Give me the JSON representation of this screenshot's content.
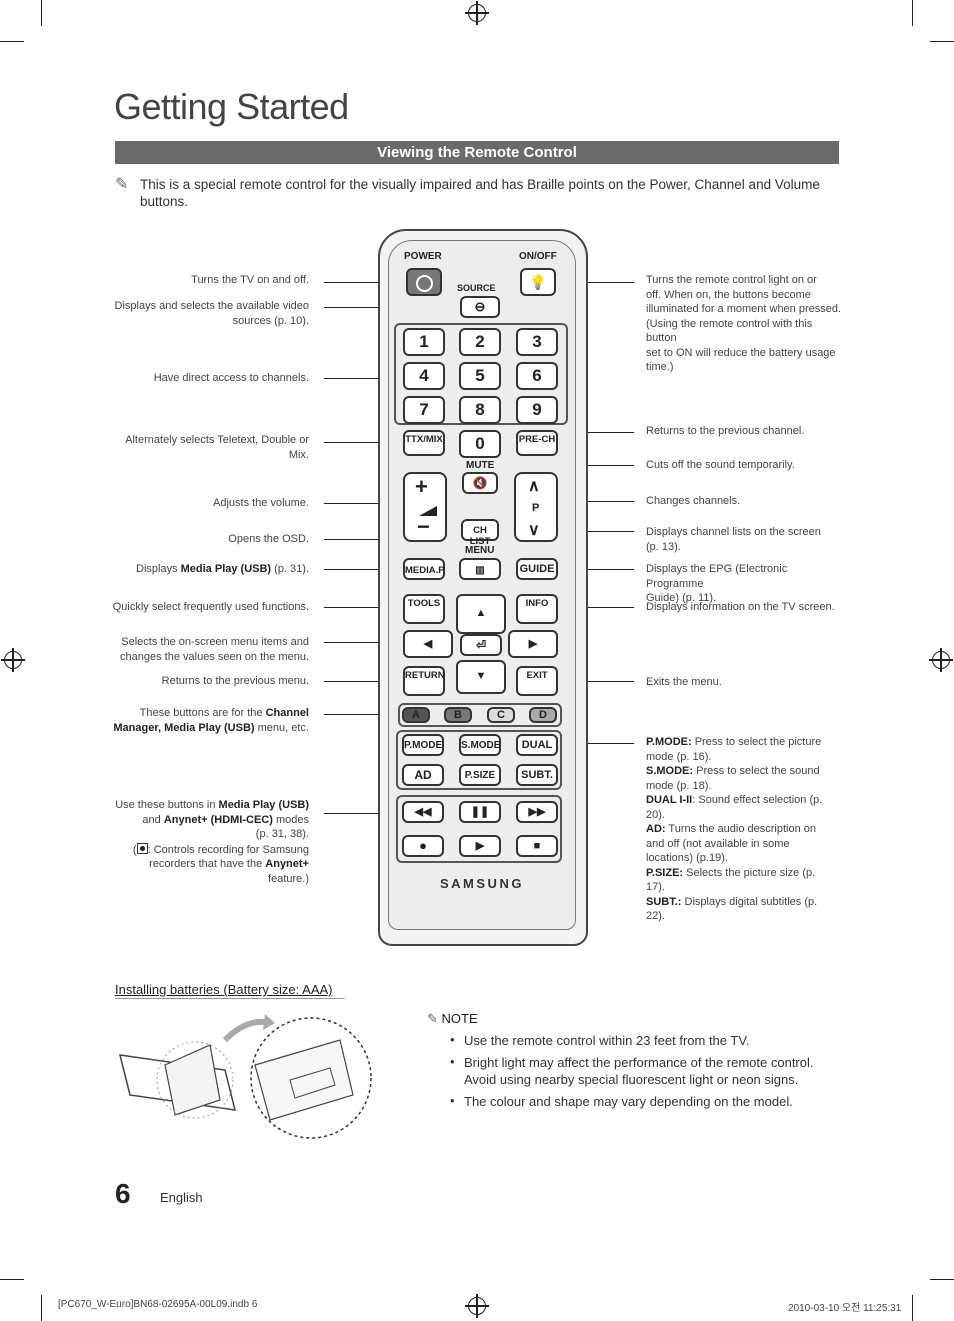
{
  "page": {
    "title": "Getting Started",
    "section_banner": "Viewing the Remote Control",
    "intro_line1": "This is a special remote control for the visually impaired and has Braille points on the Power, Channel and Volume",
    "intro_line2": "buttons.",
    "page_number": "6",
    "language": "English"
  },
  "left_labels": [
    {
      "id": "power",
      "html_lines": [
        "Turns the TV on and off."
      ]
    },
    {
      "id": "source",
      "html_lines": [
        "Displays and selects the available video",
        "sources (p. 10)."
      ]
    },
    {
      "id": "numbers",
      "html_lines": [
        "Have direct access to channels."
      ]
    },
    {
      "id": "ttx",
      "html_lines": [
        "Alternately selects Teletext, Double or",
        "Mix."
      ]
    },
    {
      "id": "volume",
      "html_lines": [
        "Adjusts the volume."
      ]
    },
    {
      "id": "menu",
      "html_lines": [
        "Opens the OSD."
      ]
    },
    {
      "id": "tools",
      "html_lines": [
        "Quickly select frequently used functions."
      ]
    },
    {
      "id": "nav",
      "html_lines": [
        "Selects the on-screen menu items and",
        "changes the values seen on the menu."
      ]
    },
    {
      "id": "return",
      "html_lines": [
        "Returns to the previous menu."
      ]
    }
  ],
  "left_rich": {
    "media_pre": "Displays ",
    "media_b": "Media Play (USB)",
    "media_post": " (p. 31).",
    "color_pre": "These buttons are for the ",
    "color_b1": "Channel",
    "color_b2": "Manager, Media Play (USB)",
    "color_post": " menu, etc.",
    "use_pre": "Use these buttons in ",
    "use_b1": "Media Play (USB)",
    "use_and": "and ",
    "use_b2": "Anynet+ (HDMI-CEC)",
    "use_modes": " modes",
    "use_pages": "(p. 31, 38).",
    "use_rec1": ": Controls recording for Samsung",
    "use_rec2": "recorders that have the ",
    "use_b3": "Anynet+",
    "use_feat": "feature.)"
  },
  "right_labels": {
    "onoff": [
      "Turns the remote control light on or",
      "off. When on, the buttons become",
      "illuminated for a moment when pressed.",
      "(Using the remote control with this button",
      "set to ON will reduce the battery usage",
      "time.)"
    ],
    "prech": "Returns to the previous channel.",
    "mute": "Cuts off the sound temporarily.",
    "channel": "Changes channels.",
    "chlist": [
      "Displays channel lists on the screen",
      "(p. 13)."
    ],
    "guide": [
      "Displays the EPG (Electronic Programme",
      "Guide) (p. 11)."
    ],
    "info": "Displays information on the TV screen.",
    "exit": "Exits the menu.",
    "modes": [
      {
        "b": "P.MODE:",
        "t": " Press to select the picture mode (p. 16)."
      },
      {
        "b": "S.MODE:",
        "t": " Press to select the sound mode (p. 18)."
      },
      {
        "b": "DUAL I-II",
        "t": ": Sound effect selection (p. 20)."
      },
      {
        "b": "AD:",
        "t": " Turns the audio description on and off (not available in some locations) (p.19)."
      },
      {
        "b": "P.SIZE:",
        "t": " Selects the picture size (p. 17)."
      },
      {
        "b": "SUBT.:",
        "t": " Displays digital subtitles (p. 22)."
      }
    ]
  },
  "remote": {
    "power": "POWER",
    "onoff": "ON/OFF",
    "source": "SOURCE",
    "digits": [
      "1",
      "2",
      "3",
      "4",
      "5",
      "6",
      "7",
      "8",
      "9",
      "0"
    ],
    "ttx": "TTX/MIX",
    "prech": "PRE-CH",
    "mute": "MUTE",
    "chlist": "CH LIST",
    "menu": "MENU",
    "p": "P",
    "mediap": "MEDIA.P",
    "guide": "GUIDE",
    "tools": "TOOLS",
    "info": "INFO",
    "return": "RETURN",
    "exit": "EXIT",
    "colors": [
      "A",
      "B",
      "C",
      "D"
    ],
    "pmode": "P.MODE",
    "smode": "S.MODE",
    "dual": "DUAL",
    "ad": "AD",
    "psize": "P.SIZE",
    "subt": "SUBT.",
    "brand": "SAMSUNG"
  },
  "batteries": {
    "heading": "Installing batteries (Battery size: AAA)",
    "note_heading": "NOTE",
    "notes": [
      "Use the remote control within 23 feet from the TV.",
      "Bright light may affect the performance of the remote control. Avoid using nearby special fluorescent light or neon signs.",
      "The colour and shape may vary depending on the model."
    ]
  },
  "footer": {
    "file": "[PC670_W-Euro]BN68-02695A-00L09.indb   6",
    "date": "2010-03-10   오전 11:25:31"
  }
}
